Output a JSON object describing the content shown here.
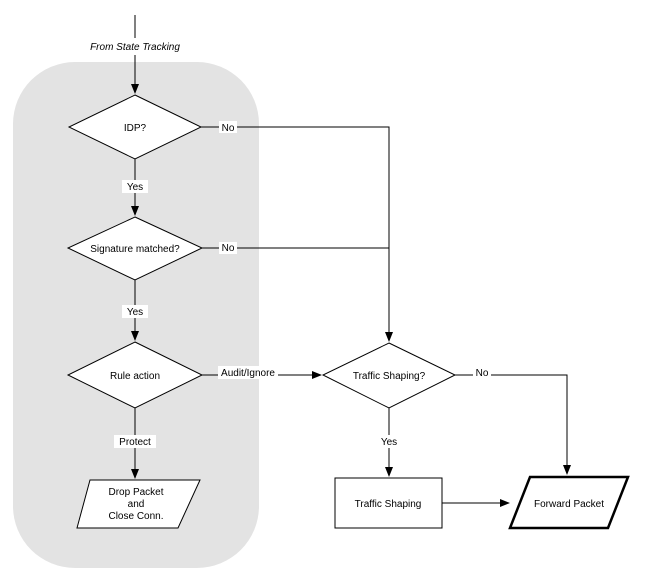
{
  "diagram": {
    "entry_label": "From State Tracking",
    "nodes": {
      "idp": "IDP?",
      "signature": "Signature matched?",
      "rule_action": "Rule action",
      "drop_line1": "Drop Packet",
      "drop_line2": "and",
      "drop_line3": "Close Conn.",
      "traffic_shaping_decision": "Traffic Shaping?",
      "traffic_shaping": "Traffic Shaping",
      "forward_packet": "Forward Packet"
    },
    "edges": {
      "idp_yes": "Yes",
      "idp_no": "No",
      "signature_yes": "Yes",
      "signature_no": "No",
      "rule_protect": "Protect",
      "rule_audit": "Audit/Ignore",
      "shaping_yes": "Yes",
      "shaping_no": "No"
    },
    "colors": {
      "region_fill": "#e3e3e3",
      "stroke": "#000000"
    }
  }
}
